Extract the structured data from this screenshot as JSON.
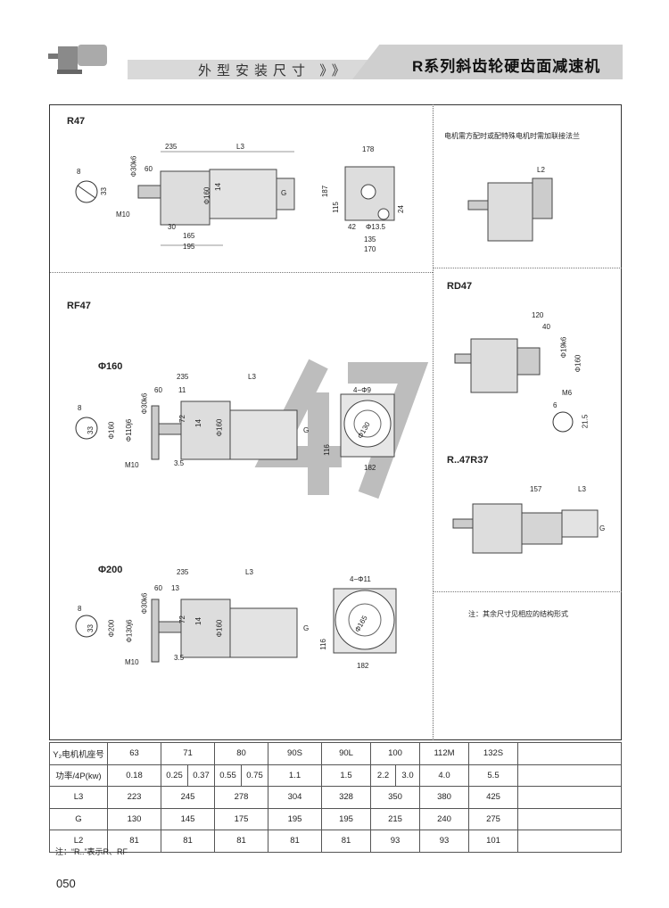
{
  "header": {
    "subtitle": "外型安装尺寸",
    "chevrons": "》》",
    "title": "R系列斜齿轮硬齿面减速机",
    "watermark": "47"
  },
  "r47": {
    "label": "R47",
    "dims": [
      "235",
      "L3",
      "60",
      "Φ30k6",
      "8",
      "33",
      "M10",
      "Φ160",
      "14",
      "G",
      "30",
      "165",
      "195",
      "178",
      "187",
      "115",
      "42",
      "Φ13.5",
      "135",
      "170",
      "24"
    ]
  },
  "rf47": {
    "label": "RF47",
    "phi160": {
      "label": "Φ160",
      "dims": [
        "235",
        "L3",
        "60",
        "11",
        "8",
        "33",
        "Φ160",
        "Φ110j6",
        "Φ30k6",
        "72",
        "14",
        "Φ160",
        "G",
        "M10",
        "3.5",
        "4−Φ9",
        "Φ130",
        "116",
        "182"
      ]
    },
    "phi200": {
      "label": "Φ200",
      "dims": [
        "235",
        "L3",
        "60",
        "13",
        "8",
        "33",
        "Φ200",
        "Φ130j6",
        "Φ30k6",
        "72",
        "14",
        "Φ160",
        "G",
        "M10",
        "3.5",
        "4−Φ11",
        "Φ165",
        "116",
        "182"
      ]
    }
  },
  "right": {
    "note1": "电机需方配时或配特殊电机时需加联接法兰",
    "l2": "L2",
    "rd47": {
      "label": "RD47",
      "dims": [
        "120",
        "40",
        "Φ19k6",
        "Φ160",
        "M6",
        "6",
        "21.5"
      ]
    },
    "r47r37": {
      "label": "R..47R37",
      "dims": [
        "157",
        "L3",
        "G"
      ]
    },
    "note2": "注：其余尺寸见相应的结构形式"
  },
  "table": {
    "rows": [
      {
        "head": "Y₂电机机座号",
        "cells": [
          "63",
          "71",
          "80",
          "90S",
          "90L",
          "100",
          "112M",
          "132S"
        ]
      },
      {
        "head": "功率/4P(kw)",
        "cells": [
          "0.18",
          "0.25",
          "0.37",
          "0.55",
          "0.75",
          "1.1",
          "1.5",
          "2.2",
          "3.0",
          "4.0",
          "5.5"
        ]
      },
      {
        "head": "L3",
        "cells": [
          "223",
          "245",
          "278",
          "304",
          "328",
          "350",
          "380",
          "425"
        ]
      },
      {
        "head": "G",
        "cells": [
          "130",
          "145",
          "175",
          "195",
          "195",
          "215",
          "240",
          "275"
        ]
      },
      {
        "head": "L2",
        "cells": [
          "81",
          "81",
          "81",
          "81",
          "81",
          "93",
          "93",
          "101"
        ]
      }
    ]
  },
  "footnote": "注：“R..”表示R、RF",
  "page_number": "050"
}
